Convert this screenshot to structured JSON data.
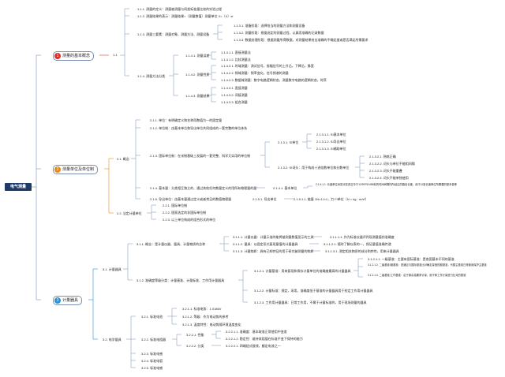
{
  "root": {
    "label": "电气测量"
  },
  "branches": [
    {
      "num": "1",
      "label": "测量的基本概念",
      "color": "#d9322a"
    },
    {
      "num": "2",
      "label": "测量单位及单位制",
      "color": "#e8891e"
    },
    {
      "num": "3",
      "label": "计量器具",
      "color": "#2e8fd2"
    }
  ],
  "b1": {
    "sub": "1.1",
    "items": [
      "1.1.1. 测量的定义：测量被测量与同类标准量比较的实验过程",
      "1.1.2. 测量结果的表示：测量结果=（测量数值）测量单位 X=（X）xr",
      "1.1.3. 测量三要素：测量对象、测量方法、测量设备",
      "1.1.4. 测量方法分类"
    ],
    "m3": [
      "1.1.3.1. 准备阶段：选择恰当的测量方法和测量设备",
      "1.1.3.2. 测量阶段：根据选定的测量过程，认真而准确的记录数据",
      "1.1.3.3. 数据处理阶段：根据测量所得数据，对测量结果给出准确的不确定度或是否满足所需要求"
    ],
    "m4": [
      "1.1.4.1. 测量误差",
      "1.1.4.2. 测量性质",
      "1.1.4.3. 测量结果"
    ],
    "m41": [
      "1.1.4.1.1. 直接测量法",
      "1.1.4.1.2. 比较测量法"
    ],
    "m42": [
      "1.1.4.2.1. 时域测量：测试信号，振幅信号的上升沿，下降沿，脉宽",
      "1.1.4.2.2. 频域测量：频率变化，信号频谱的测量",
      "1.1.4.2.3. 数据域测量：数字电路逻辑状态、测量数字电路的逻辑状态，时序"
    ],
    "m43": [
      "1.1.4.3.1. 直接测量",
      "1.1.4.3.2. 间接测量",
      "1.1.4.3.3. 组合测量"
    ]
  },
  "b2": {
    "s1": "2.1. 概念",
    "s2": "2.2. 法定计量单位",
    "c1": [
      "2.1.1. 单位：有明确定义和名称而数值为一的固定量",
      "2.1.2. 单位制：由基本单位和导出单位共同组成的一套完整的单位体系",
      "2.1.3. 国际单位制：在米制基础上发展的一套完整、科学又实用的单位制",
      "2.1.4. 基本量：分类相互独立的、通过其他任何数量定义的用所有物理量的量",
      "2.1.5. 导出单位：由基本量通过定义或者常见的数值物理量"
    ],
    "c13": [
      "2.1.3.1. SI单位",
      "2.1.3.2. SI词头：用于构成十进倍数单位和分数单位"
    ],
    "c131": [
      "2.1.3.1.1. SI基本单位",
      "2.1.3.1.2. SI导出单位",
      "2.1.3.1.3. SI辅助单位"
    ],
    "c132": [
      "2.1.3.2.1. 熟练正确",
      "2.1.3.2.2. 词头与单位不能相间隔",
      "2.1.3.2.3. 词头不能重叠",
      "2.1.3.2.4. 词头不能单独使用"
    ],
    "c14": "2.1.4.1. 基本单位",
    "c141": "2.1.4.1.1. 长度单位米是光在真空中于1/299792458秒的时间间隔内所经过的路径长度，用于计量长度单位所需要的基本量等",
    "c15": "2.1.5.1. 导出单位",
    "c151": "2.1.5.1.1. 能量 1N=1J=1，力 F/单位（N = kg · m/s²）",
    "c2": [
      "2.2.1. 国际单位制",
      "2.2.2. 国家选定的非国际单位制",
      "2.2.3. 以上单位构成的组合形式的单位"
    ]
  },
  "b3": {
    "s1": "3.1. 计量器具",
    "s2": "3.2. 电学量具",
    "c1": [
      "3.1.1. 概念：是计量仪器、量具、计量物质的总称",
      "3.1.2. 准确度等级分类：计量基准、计量标准、工作用计量器具"
    ],
    "c11": [
      "3.1.1.1. 计量仪器：计量示准的能将被测量数值显示的工具",
      "3.1.1.2. 量具：以固定形式复现量值的计量器具",
      "3.1.1.3. 计量物质：具有已知特征的用于研究被测量的物质"
    ],
    "c111": "3.1.1.1.1. 作为标准仪器评判现测量值的准确度",
    "c112": "3.1.1.2.1. 随时了解仪表的一，保证量值准确传递",
    "c113": "3.1.1.3.1. 测定相关物质的成分和特性，用来计量器具",
    "c12": [
      "3.1.2.1. 计量基准：用来复现和保存计量单位的准确度最高的计量器具",
      "3.1.2.2. 计量标准：规定，采用，准确度低于基准的计量器具用于检定工作用计量器具",
      "3.1.2.3. 工作用计量器具：日常工作用，不属于计量标准的，用于现场测量的器具"
    ],
    "c121": [
      "3.1.2.1.1. 一级基准：主要有国际基准：是各国基本不同的基准",
      "3.1.2.1.2. 二级基准/副基准：是通过与国际基准比对确定量值的副基准，代替主基准日常使用保护主基准",
      "3.1.2.1.3. 二级基准/工作基准：由于繁杂高要求计量，用于和工作计量进行比对的基准"
    ],
    "c2": [
      "3.2.1. 标准电池",
      "3.2.2. 标准电阻器",
      "3.2.3. 标准电感",
      "3.2.4. 标准电容",
      "3.2.5. 标准电感"
    ],
    "c21": [
      "3.2.1.1. 标准电势：1.0186V",
      "3.2.1.2. 等级：作为电动势的参考",
      "3.2.1.3. 温度特性：电动势随环境温度变化"
    ],
    "c22": [
      "3.2.2.1. 性能",
      "3.2.2.2. 分类"
    ],
    "c221": [
      "3.2.2.1.1. 准确度：基本取准正常使用中变差",
      "3.2.2.1.2. 稳定性：维持其阻值在标准不变下保持的能力"
    ],
    "c222": "3.2.2.2.1. 四端纽式接线，额定电流之一"
  }
}
